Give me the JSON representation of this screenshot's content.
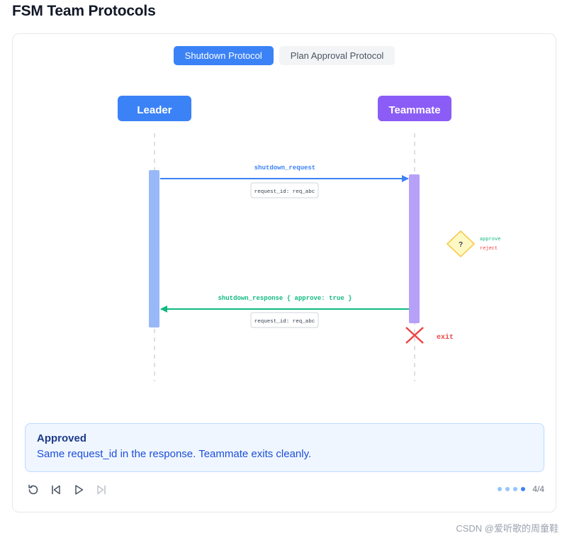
{
  "title": "FSM Team Protocols",
  "tabs": [
    {
      "label": "Shutdown Protocol",
      "active": true
    },
    {
      "label": "Plan Approval Protocol",
      "active": false
    }
  ],
  "diagram": {
    "participants": [
      {
        "label": "Leader",
        "color": "#3b82f6"
      },
      {
        "label": "Teammate",
        "color": "#8b5cf6"
      }
    ],
    "request": {
      "label": "shutdown_request",
      "sub": "request_id: req_abc",
      "color": "#3b82f6"
    },
    "decision": {
      "symbol": "?",
      "approve": "approve",
      "reject": "reject"
    },
    "response": {
      "label": "shutdown_response { approve: true }",
      "sub": "request_id: req_abc",
      "color": "#10b981"
    },
    "exit_label": "exit"
  },
  "info": {
    "title": "Approved",
    "text": "Same request_id in the response. Teammate exits cleanly."
  },
  "controls": [
    "restart-icon",
    "step-back-icon",
    "play-icon",
    "step-forward-icon"
  ],
  "progress": {
    "current": 4,
    "total": 4,
    "text": "4/4"
  },
  "watermark": "CSDN @爱听歌的周童鞋"
}
